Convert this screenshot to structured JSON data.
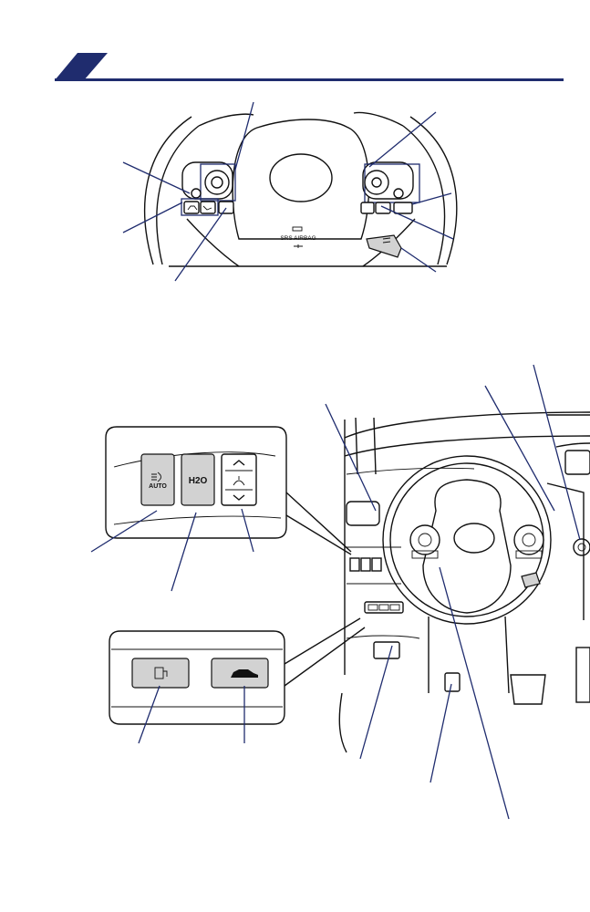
{
  "steering_labels": {
    "airbag": "SRS AIRBAG"
  },
  "switch_panel": {
    "auto_label": "AUTO",
    "h2o_label": "H2O"
  },
  "colors": {
    "accent": "#1f2c6e",
    "button_fill": "#d2d2d2",
    "line": "#111111"
  },
  "icons": {
    "headlight": "headlight-auto-icon",
    "fuel": "fuel-door-icon",
    "trunk": "trunk-opener-icon",
    "tilt_up": "chevron-up-icon",
    "tilt_down": "chevron-down-icon"
  }
}
